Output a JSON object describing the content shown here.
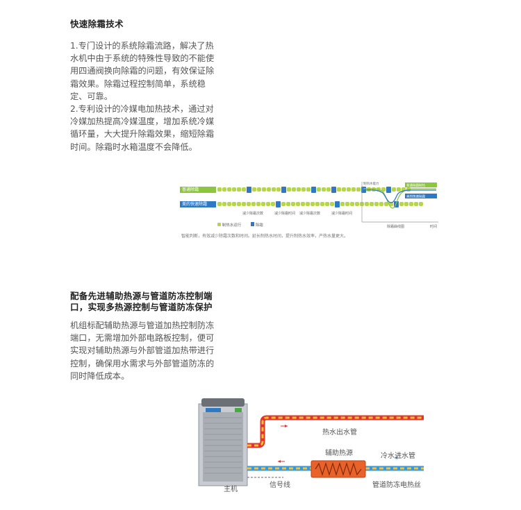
{
  "section1": {
    "title": "快速除霜技术",
    "lines": [
      "1.专门设计的系统除霜流路，解决了热",
      "水机中由于系统的特殊性导致的不能使",
      "用四通阀换向除霜的问题，有效保证除",
      "霜效果。除霜过程控制简单，系统稳",
      "定、可靠。",
      "2.专利设计的冷媒电加热技术，通过对",
      "冷媒加热提高冷媒温度，增加系统冷媒",
      "循环量，大大提升除霜效果，缩短除霜",
      "时间。除霜时水箱温度不会降低。"
    ]
  },
  "defrost_diagram": {
    "row1_label": "普通除霜",
    "row2_label": "美的快速除霜",
    "reduce_count": "减少除霜次数",
    "reduce_time": "减少除霜时间",
    "legend_run": "制热水运行",
    "legend_defrost": "除霜",
    "y_label": "制热水能力",
    "x_label": "时间",
    "curve_label": "除霜曲线图",
    "curve_a": "普通除霜制热",
    "curve_b": "美的快速除霜",
    "caption": "智能判断，有效减少除霜次数和时间。延长制热水时间，提升制热水效率，产热水量更大。",
    "colors": {
      "green": "#8cc63f",
      "blue": "#2f78c4",
      "dot_green": "#b6d64a"
    }
  },
  "section2": {
    "title_lines": [
      "配备先进辅助热源与管道防冻控制端",
      "口，实现多热源控制与管道防冻保护"
    ],
    "lines": [
      "机组标配辅助热源与管道加热控制防冻",
      "端口，无需增加外部电路板控制，便可",
      "实现对辅助热源与外部管道加热带进行",
      "控制，确保用水需求与外部管道防冻的",
      "同时降低成本。"
    ]
  },
  "system_diagram": {
    "hot_out": "热水出水管",
    "aux_heat": "辅助热源",
    "cold_in": "冷水进水管",
    "main_unit": "主机",
    "signal": "信号线",
    "pipe_heater": "管道防冻电热丝",
    "colors": {
      "hot_pipe": "#e2342c",
      "heater": "#f6c23a",
      "cold_pipe": "#3a9ad9"
    }
  }
}
